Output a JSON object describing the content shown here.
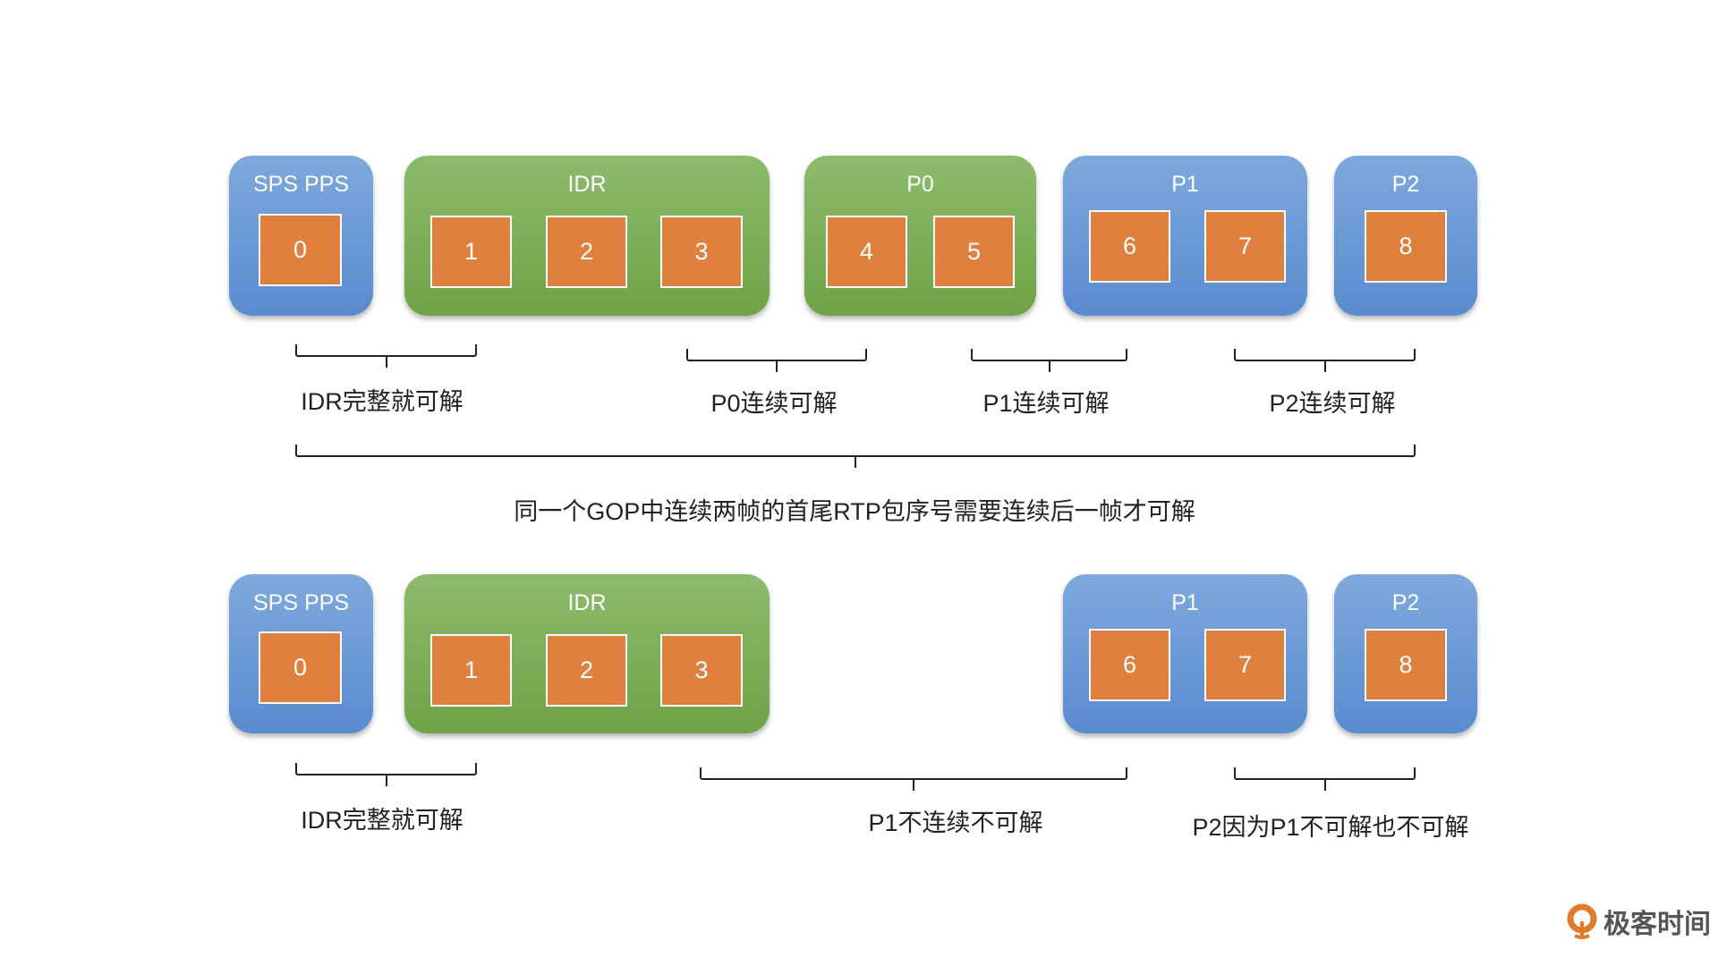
{
  "row1": {
    "groups": [
      {
        "title": "SPS PPS",
        "packets": [
          "0"
        ]
      },
      {
        "title": "IDR",
        "packets": [
          "1",
          "2",
          "3"
        ]
      },
      {
        "title": "P0",
        "packets": [
          "4",
          "5"
        ]
      },
      {
        "title": "P1",
        "packets": [
          "6",
          "7"
        ]
      },
      {
        "title": "P2",
        "packets": [
          "8"
        ]
      }
    ],
    "labels": [
      "IDR完整就可解",
      "P0连续可解",
      "P1连续可解",
      "P2连续可解"
    ],
    "summary": "同一个GOP中连续两帧的首尾RTP包序号需要连续后一帧才可解"
  },
  "row2": {
    "groups": [
      {
        "title": "SPS PPS",
        "packets": [
          "0"
        ]
      },
      {
        "title": "IDR",
        "packets": [
          "1",
          "2",
          "3"
        ]
      },
      {
        "title": "P1",
        "packets": [
          "6",
          "7"
        ]
      },
      {
        "title": "P2",
        "packets": [
          "8"
        ]
      }
    ],
    "labels": [
      "IDR完整就可解",
      "P1不连续不可解",
      "P2因为P1不可解也不可解"
    ]
  },
  "logo": {
    "text": "极客时间"
  },
  "colors": {
    "blue": "#5a8bd0",
    "green": "#6fa346",
    "packet": "#e0803f"
  }
}
